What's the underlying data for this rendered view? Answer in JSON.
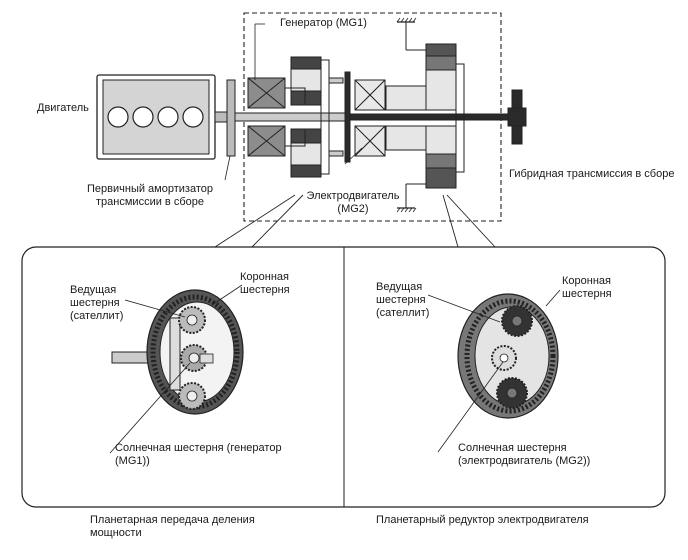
{
  "labels": {
    "generator": "Генератор (MG1)",
    "engine": "Двигатель",
    "damper_line1": "Первичный амортизатор",
    "damper_line2": "трансмиссии в сборе",
    "motor_line1": "Электродвигатель",
    "motor_line2": "(MG2)",
    "hybrid_transaxle": "Гибридная трансмиссия в сборе",
    "left_pinion_line1": "Ведущая",
    "left_pinion_line2": "шестерня",
    "left_pinion_line3": "(сателлит)",
    "left_ring_line1": "Коронная",
    "left_ring_line2": "шестерня",
    "left_sun_line1": "Солнечная шестерня (генератор",
    "left_sun_line2": "(MG1))",
    "right_pinion_line1": "Ведущая",
    "right_pinion_line2": "шестерня",
    "right_pinion_line3": "(сателлит)",
    "right_ring_line1": "Коронная",
    "right_ring_line2": "шестерня",
    "right_sun_line1": "Солнечная шестерня",
    "right_sun_line2": "(электродвигатель (MG2))",
    "caption_left_line1": "Планетарная передача деления",
    "caption_left_line2": "мощности",
    "caption_right": "Планетарный редуктор электродвигателя"
  }
}
